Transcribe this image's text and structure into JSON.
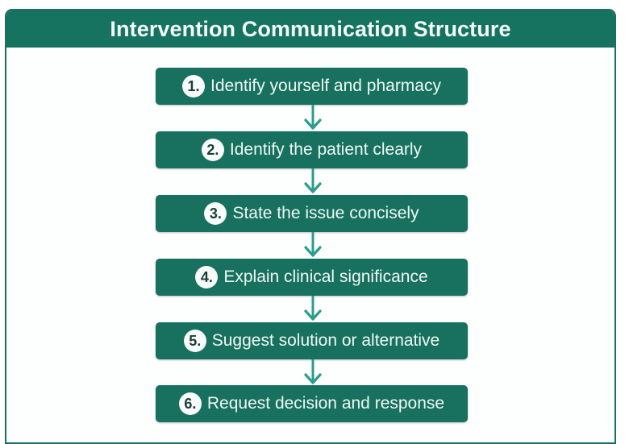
{
  "diagram": {
    "title": "Intervention Communication Structure",
    "colors": {
      "header_bg": "#16735f",
      "step_bg": "#18705e",
      "arrow": "#2a9d8c",
      "border": "#1c6e5f"
    },
    "steps": [
      {
        "number": "1.",
        "label": "Identify yourself and pharmacy"
      },
      {
        "number": "2.",
        "label": "Identify the patient clearly"
      },
      {
        "number": "3.",
        "label": "State the issue concisely"
      },
      {
        "number": "4.",
        "label": "Explain clinical significance"
      },
      {
        "number": "5.",
        "label": "Suggest solution or alternative"
      },
      {
        "number": "6.",
        "label": "Request decision and response"
      }
    ]
  }
}
